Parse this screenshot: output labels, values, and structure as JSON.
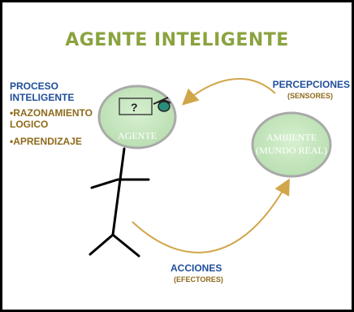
{
  "title": "AGENTE INTELIGENTE",
  "proceso": {
    "title_line1": "PROCESO",
    "title_line2": "INTELIGENTE",
    "items": [
      "•RAZONAMIENTO",
      "LOGICO",
      "•APRENDIZAJE"
    ]
  },
  "agent": {
    "label": "AGENTE",
    "question": "?"
  },
  "environment": {
    "line1": "AMBIENTE",
    "line2": "(MUNDO REAL)"
  },
  "perceptions": {
    "label": "PERCEPCIONES",
    "sublabel": "(SENSORES)"
  },
  "actions": {
    "label": "ACCIONES",
    "sublabel": "(EFECTORES)"
  },
  "colors": {
    "title": "#8aa33f",
    "heading_blue": "#1f4e9a",
    "text_gold": "#8e6a1b",
    "ellipse_fill": "#c8e8c0",
    "ellipse_stroke": "#9aa39a",
    "arrow": "#d1a64a"
  }
}
